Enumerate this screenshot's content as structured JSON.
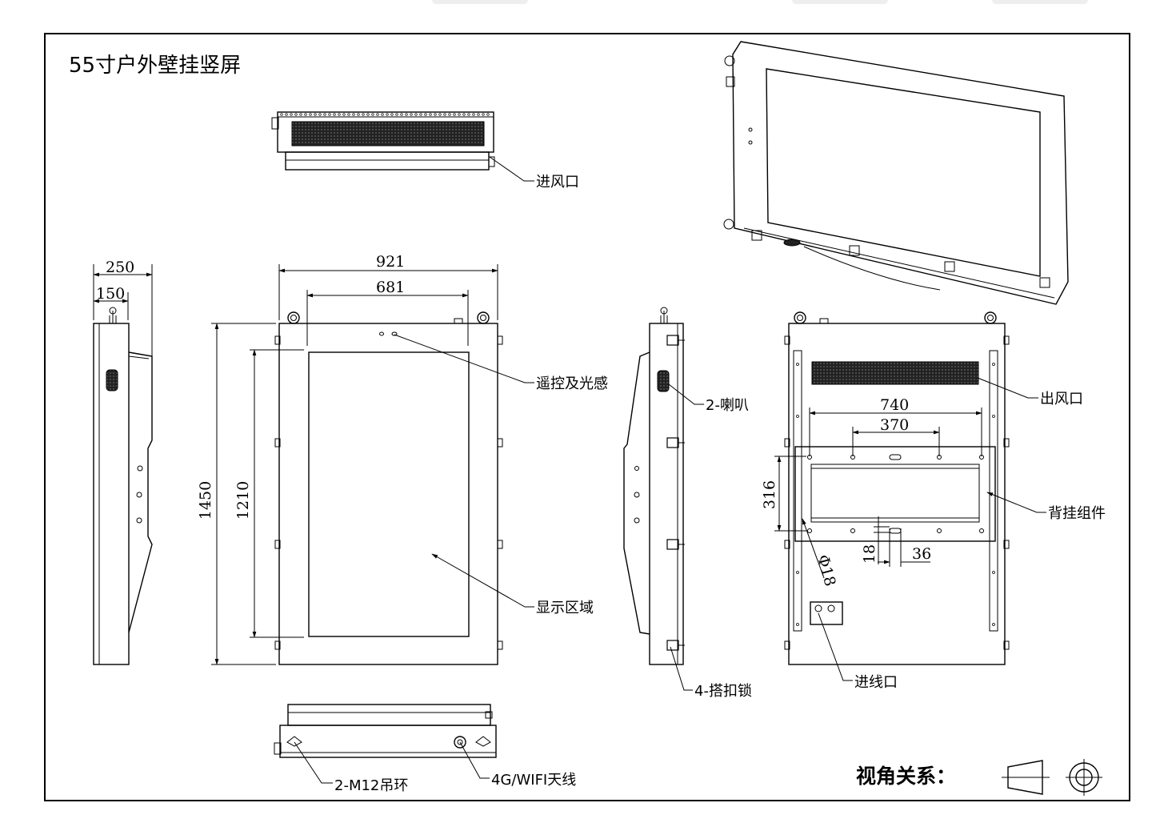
{
  "title": "55寸户外壁挂竖屏",
  "dimensions": {
    "side_depth": "250",
    "side_depth_inner": "150",
    "width": "921",
    "inner_width": "681",
    "height": "1450",
    "inner_height": "1210",
    "hole_span_outer": "740",
    "hole_span_inner": "370",
    "bracket_height": "316",
    "hole_dia": "Φ18",
    "slot_height": "18",
    "slot_width": "36"
  },
  "callouts": {
    "air_inlet": "进风口",
    "remote_sensor": "遥控及光感",
    "display_area": "显示区域",
    "speakers": "2-喇叭",
    "latches": "4-搭扣锁",
    "air_outlet": "出风口",
    "wall_mount": "背挂组件",
    "cable_entry": "进线口",
    "lifting_rings": "2-M12吊环",
    "antenna": "4G/WIFI天线"
  },
  "projection": {
    "label": "视角关系："
  }
}
